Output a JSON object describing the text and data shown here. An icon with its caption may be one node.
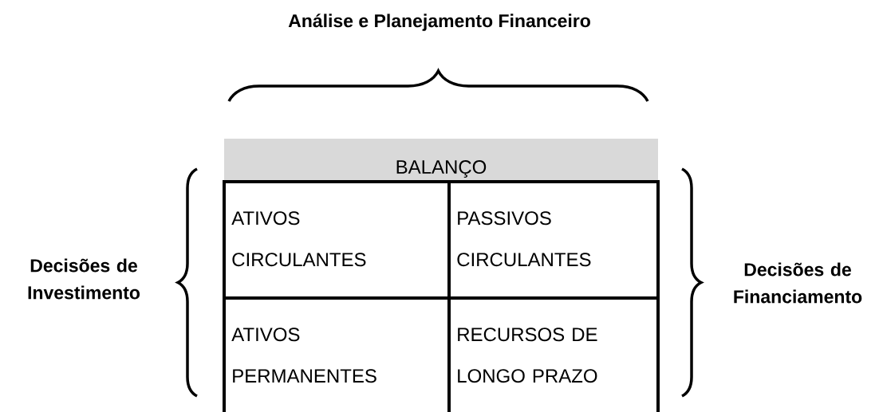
{
  "diagram": {
    "title": "Análise e Planejamento Financeiro",
    "nodes": [
      {
        "text": [
          "BALANÇO"
        ]
      },
      {
        "text": [
          "ATIVOS CIRCULANTES"
        ],
        "in": 0
      },
      {
        "text": [
          "PASSIVOS CIRCULANTES"
        ],
        "in": 0
      },
      {
        "text": [
          "ATIVOS PERMANENTES"
        ],
        "in": 0
      },
      {
        "text": [
          "RECURSOS DE LONGO PRAZO"
        ],
        "in": 0
      }
    ],
    "labels": [
      "Decisões de Investimento",
      "Decisões de Financiamento"
    ]
  }
}
